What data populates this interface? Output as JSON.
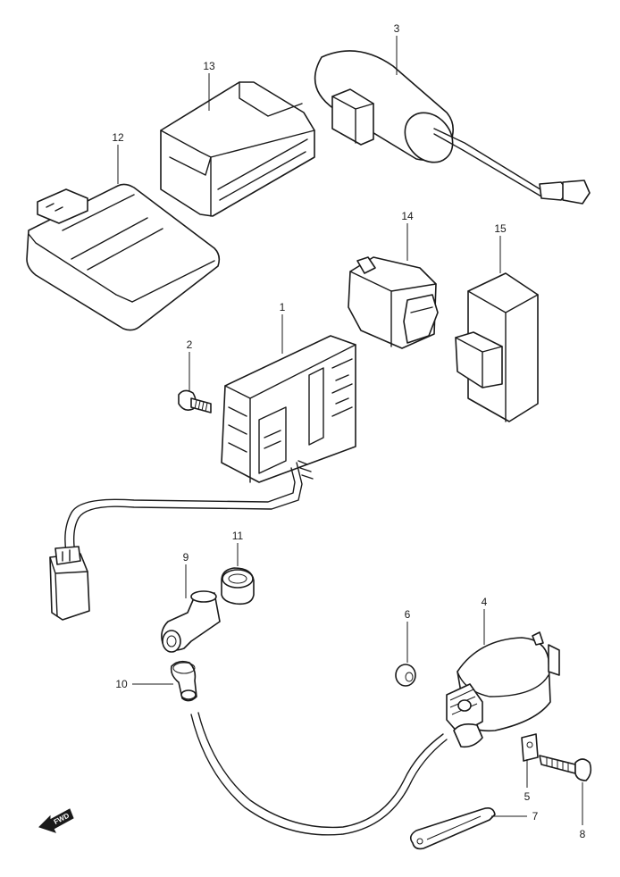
{
  "diagram": {
    "callouts": [
      {
        "key": "p1",
        "label": "1"
      },
      {
        "key": "p2",
        "label": "2"
      },
      {
        "key": "p3",
        "label": "3"
      },
      {
        "key": "p4",
        "label": "4"
      },
      {
        "key": "p5",
        "label": "5"
      },
      {
        "key": "p6",
        "label": "6"
      },
      {
        "key": "p7",
        "label": "7"
      },
      {
        "key": "p8",
        "label": "8"
      },
      {
        "key": "p9",
        "label": "9"
      },
      {
        "key": "p10",
        "label": "10"
      },
      {
        "key": "p11",
        "label": "11"
      },
      {
        "key": "p12",
        "label": "12"
      },
      {
        "key": "p13",
        "label": "13"
      },
      {
        "key": "p14",
        "label": "14"
      },
      {
        "key": "p15",
        "label": "15"
      }
    ],
    "fwd_label": "FWD"
  }
}
